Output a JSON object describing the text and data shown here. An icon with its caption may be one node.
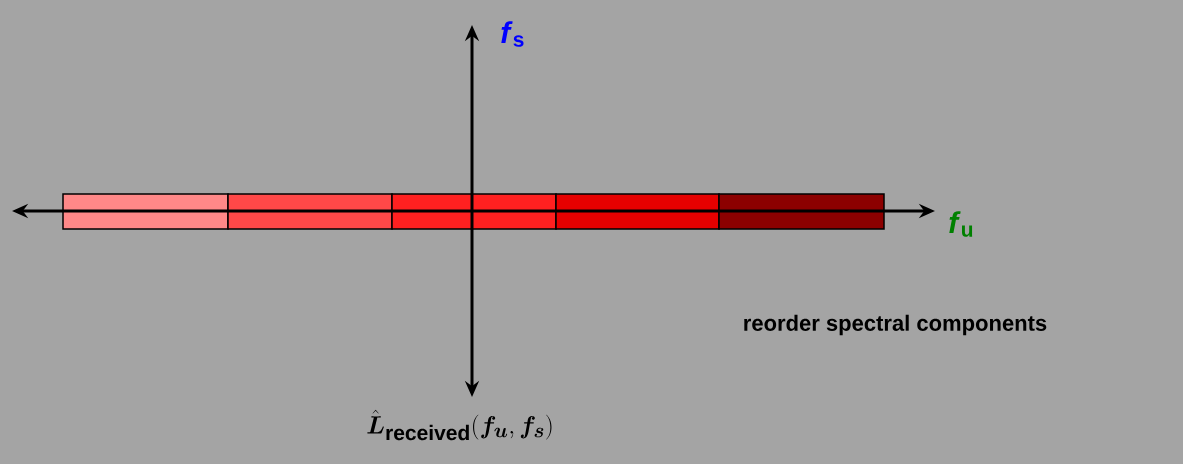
{
  "diagram": {
    "labels": [
      "*f*$_{s}$",
      "*f*$_{u}$",
      "reorder spectral components",
      "\\hat{\\boldsymbol{L}}_{\\mathbf{received}}(\\boldsymbol{f_u},\\boldsymbol{f_s})"
    ]
  }
}
